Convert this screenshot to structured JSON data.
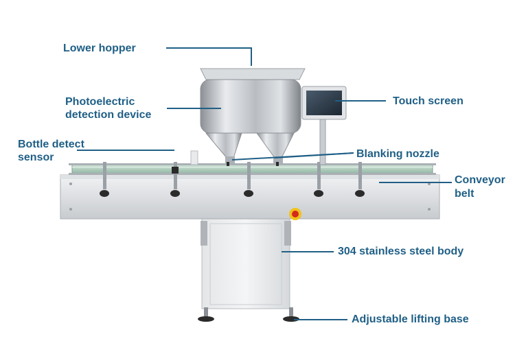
{
  "labels": {
    "lower_hopper": "Lower hopper",
    "photoelectric_line1": "Photoelectric",
    "photoelectric_line2": "detection device",
    "bottle_detect_line1": "Bottle detect",
    "bottle_detect_line2": "sensor",
    "touch_screen": "Touch screen",
    "blanking_nozzle": "Blanking nozzle",
    "conveyor_line1": "Conveyor",
    "conveyor_line2": "belt",
    "body": "304 stainless steel body",
    "base": "Adjustable lifting base"
  },
  "colors": {
    "label_text": "#1f5f86",
    "leader_line": "#1f5f86",
    "stop_button": "#d42a1e",
    "button_ring": "#f2c21b"
  }
}
